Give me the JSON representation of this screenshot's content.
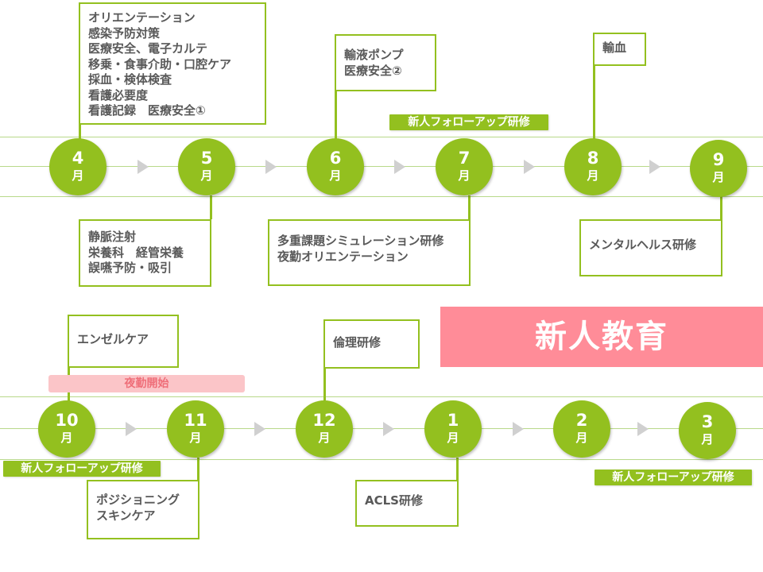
{
  "title": "新人教育",
  "colors": {
    "green": "#93c01f",
    "pink": "#ff8c98",
    "light_pink": "#fbc5c8",
    "text": "#595959"
  },
  "month_suffix": "月",
  "months_row1": [
    "4",
    "5",
    "6",
    "7",
    "8",
    "9"
  ],
  "months_row2": [
    "10",
    "11",
    "12",
    "1",
    "2",
    "3"
  ],
  "boxes": {
    "apr_top": "オリエンテーション\n感染予防対策\n医療安全、電子カルテ\n移乗・食事介助・口腔ケア\n採血・検体検査\n看護必要度\n看護記録　医療安全①",
    "may_bottom": "静脈注射\n栄養科　経管栄養\n誤嚥予防・吸引",
    "jun_top": "輸液ポンプ\n医療安全②",
    "jun_bottom": "多重課題シミュレーション研修\n夜勤オリエンテーション",
    "aug_top": "輸血",
    "sep_bottom": "メンタルヘルス研修",
    "oct_top": "エンゼルケア",
    "nov_bottom": "ポジショニング\nスキンケア",
    "dec_top": "倫理研修",
    "jan_bottom": "ACLS研修"
  },
  "badges": {
    "followup_jul": "新人フォローアップ研修",
    "followup_oct": "新人フォローアップ研修",
    "followup_mar": "新人フォローアップ研修",
    "night_shift_start": "夜勤開始"
  }
}
